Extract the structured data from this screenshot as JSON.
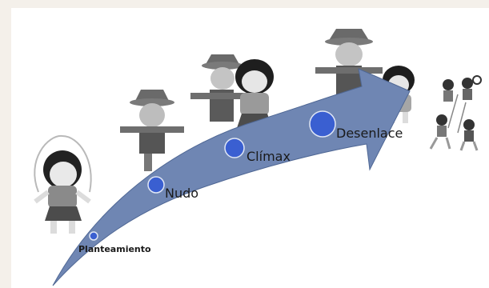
{
  "diagram": {
    "stages": [
      {
        "label": "Planteamiento"
      },
      {
        "label": "Nudo"
      },
      {
        "label": "Clímax"
      },
      {
        "label": "Desenlace"
      }
    ],
    "colors": {
      "arrow": "#6f86b3",
      "arrow_dark": "#4f6794",
      "node": "#3a5fd1",
      "node_stroke": "#dfe6f5",
      "background": "#ffffff",
      "outer": "#f4f0ea"
    },
    "figures": [
      {
        "icon": "girl-jump-rope-icon"
      },
      {
        "icon": "scarecrow-icon"
      },
      {
        "icon": "scarecrow-and-girl-icon"
      },
      {
        "icon": "scarecrow-and-girl-icon"
      },
      {
        "icon": "children-playing-icon"
      }
    ]
  }
}
